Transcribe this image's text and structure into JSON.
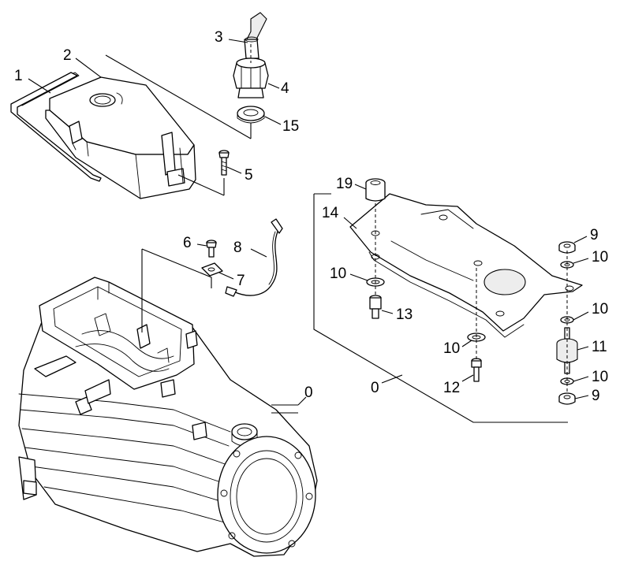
{
  "callouts": [
    {
      "id": "c1",
      "label": "1"
    },
    {
      "id": "c2",
      "label": "2"
    },
    {
      "id": "c3",
      "label": "3"
    },
    {
      "id": "c4",
      "label": "4"
    },
    {
      "id": "c15",
      "label": "15"
    },
    {
      "id": "c5",
      "label": "5"
    },
    {
      "id": "c6",
      "label": "6"
    },
    {
      "id": "c7",
      "label": "7"
    },
    {
      "id": "c8",
      "label": "8"
    },
    {
      "id": "c0a",
      "label": "0"
    },
    {
      "id": "c19",
      "label": "19"
    },
    {
      "id": "c14",
      "label": "14"
    },
    {
      "id": "c10a",
      "label": "10"
    },
    {
      "id": "c13",
      "label": "13"
    },
    {
      "id": "c10b",
      "label": "10"
    },
    {
      "id": "c12",
      "label": "12"
    },
    {
      "id": "c0b",
      "label": "0"
    },
    {
      "id": "c9a",
      "label": "9"
    },
    {
      "id": "c10c",
      "label": "10"
    },
    {
      "id": "c10d",
      "label": "10"
    },
    {
      "id": "c11",
      "label": "11"
    },
    {
      "id": "c10e",
      "label": "10"
    },
    {
      "id": "c9b",
      "label": "9"
    }
  ],
  "colors": {
    "line": "#000000",
    "background": "#ffffff",
    "shade": "#ededed"
  }
}
